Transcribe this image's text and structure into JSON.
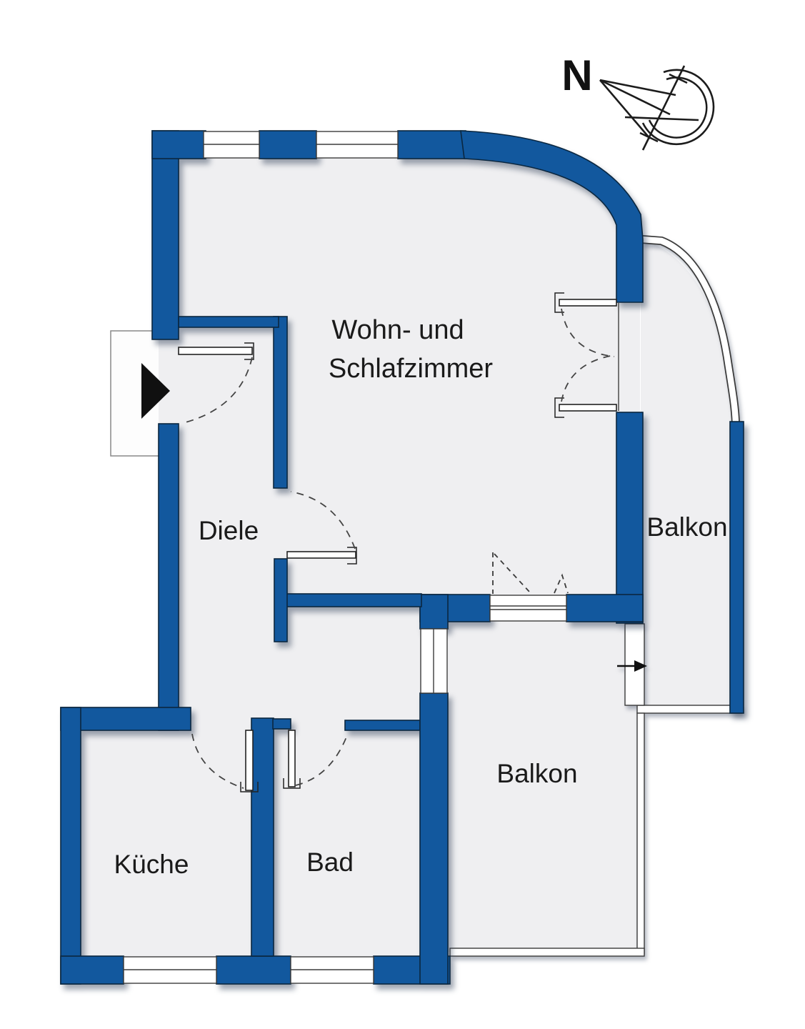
{
  "colors": {
    "wall": "#12589E",
    "wall_outline": "#0a2740",
    "floor": "#efeff1",
    "background": "#ffffff",
    "text": "#1a1a1a"
  },
  "compass": {
    "north_label": "N"
  },
  "rooms": {
    "living": {
      "label_line1": "Wohn- und",
      "label_line2": "Schlafzimmer"
    },
    "hallway": {
      "label": "Diele"
    },
    "kitchen": {
      "label": "Küche"
    },
    "bathroom": {
      "label": "Bad"
    },
    "balcony_right": {
      "label": "Balkon"
    },
    "balcony_bottom": {
      "label": "Balkon"
    }
  }
}
